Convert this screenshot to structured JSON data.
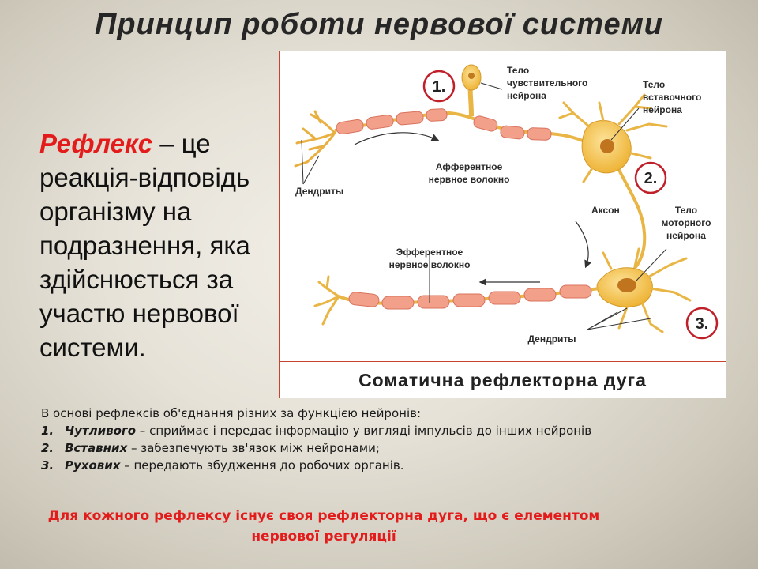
{
  "title": "Принцип роботи нервової системи",
  "definition": {
    "term": "Рефлекс",
    "text": " – це реакція-відповідь організму на подразнення, яка здійснюється за участю нервової системи."
  },
  "figure": {
    "caption": "Соматична  рефлекторна дуга",
    "numbers": [
      "1.",
      "2.",
      "3."
    ],
    "labels": {
      "sensory_body_1": "Тело",
      "sensory_body_2": "чувствительного",
      "sensory_body_3": "нейрона",
      "inter_body_1": "Тело",
      "inter_body_2": "вставочного",
      "inter_body_3": "нейрона",
      "afferent_1": "Афферентное",
      "afferent_2": "нервное волокно",
      "dendrites_left": "Дендриты",
      "axon": "Аксон",
      "motor_body_1": "Тело",
      "motor_body_2": "моторного",
      "motor_body_3": "нейрона",
      "efferent_1": "Эфферентное",
      "efferent_2": "нервное волокно",
      "dendrites_bottom": "Дендриты"
    }
  },
  "basis": {
    "intro": "В основі рефлексів об'єднання різних за функцією нейронів:",
    "items": [
      {
        "num": "1.",
        "term": "Чутливого",
        "text": " – сприймає і передає інформацію у вигляді імпульсів до інших нейронів"
      },
      {
        "num": "2.",
        "term": "Вставних",
        "text": " – забезпечують зв'язок між нейронами;"
      },
      {
        "num": "3.",
        "term": "Рухових",
        "text": " – передають збудження до робочих органів."
      }
    ]
  },
  "conclusion": "Для кожного рефлексу існує своя рефлекторна дуга, що є елементом нервової регуляції",
  "colors": {
    "accent_red": "#e31b1b",
    "neuron_yellow": "#f2c24e",
    "myelin_pink": "#f2a08a",
    "frame_border": "#c8432e"
  }
}
